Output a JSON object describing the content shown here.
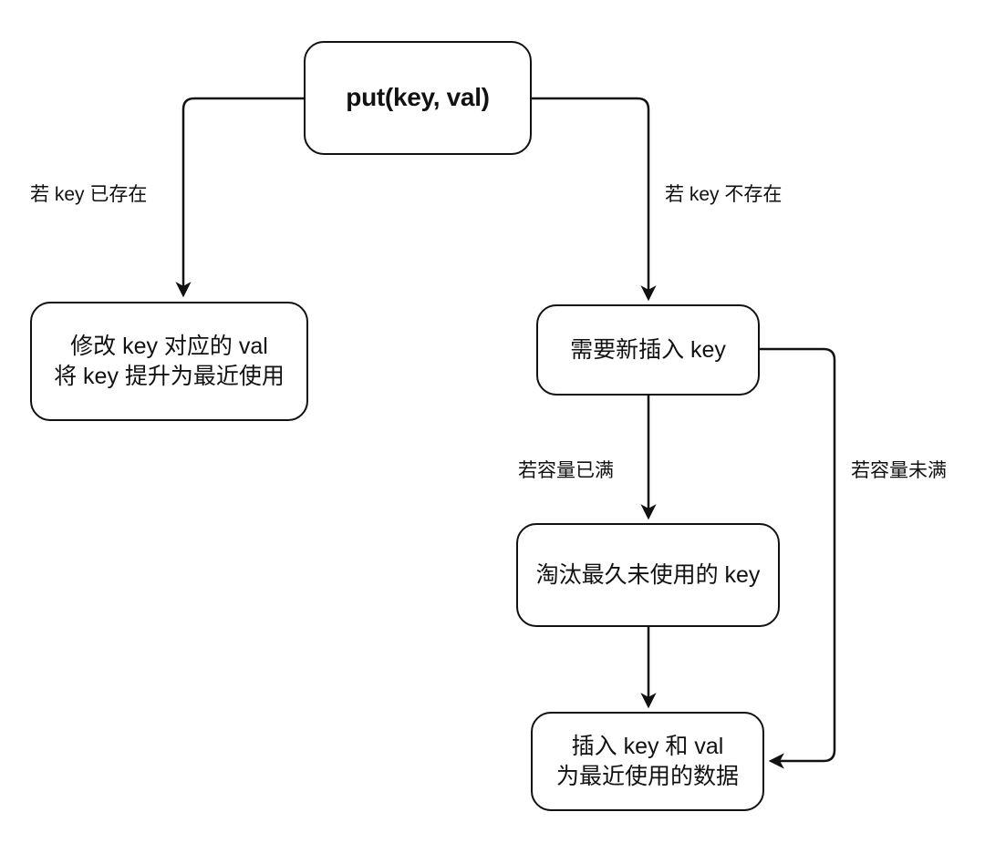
{
  "diagram": {
    "title": "put(key, val) LRU cache flowchart",
    "type": "flowchart",
    "background_color": "#ffffff",
    "line_color": "#111111",
    "nodes": {
      "root": "put(key, val)",
      "update_existing": "修改 key 对应的 val\n将 key 提升为最近使用",
      "insert_new": "需要新插入 key",
      "evict_lru": "淘汰最久未使用的 key",
      "insert_recent": "插入 key 和 val\n为最近使用的数据"
    },
    "edge_labels": {
      "key_exists": "若 key 已存在",
      "key_not_exists": "若 key 不存在",
      "capacity_full": "若容量已满",
      "capacity_not_full": "若容量未满"
    }
  }
}
